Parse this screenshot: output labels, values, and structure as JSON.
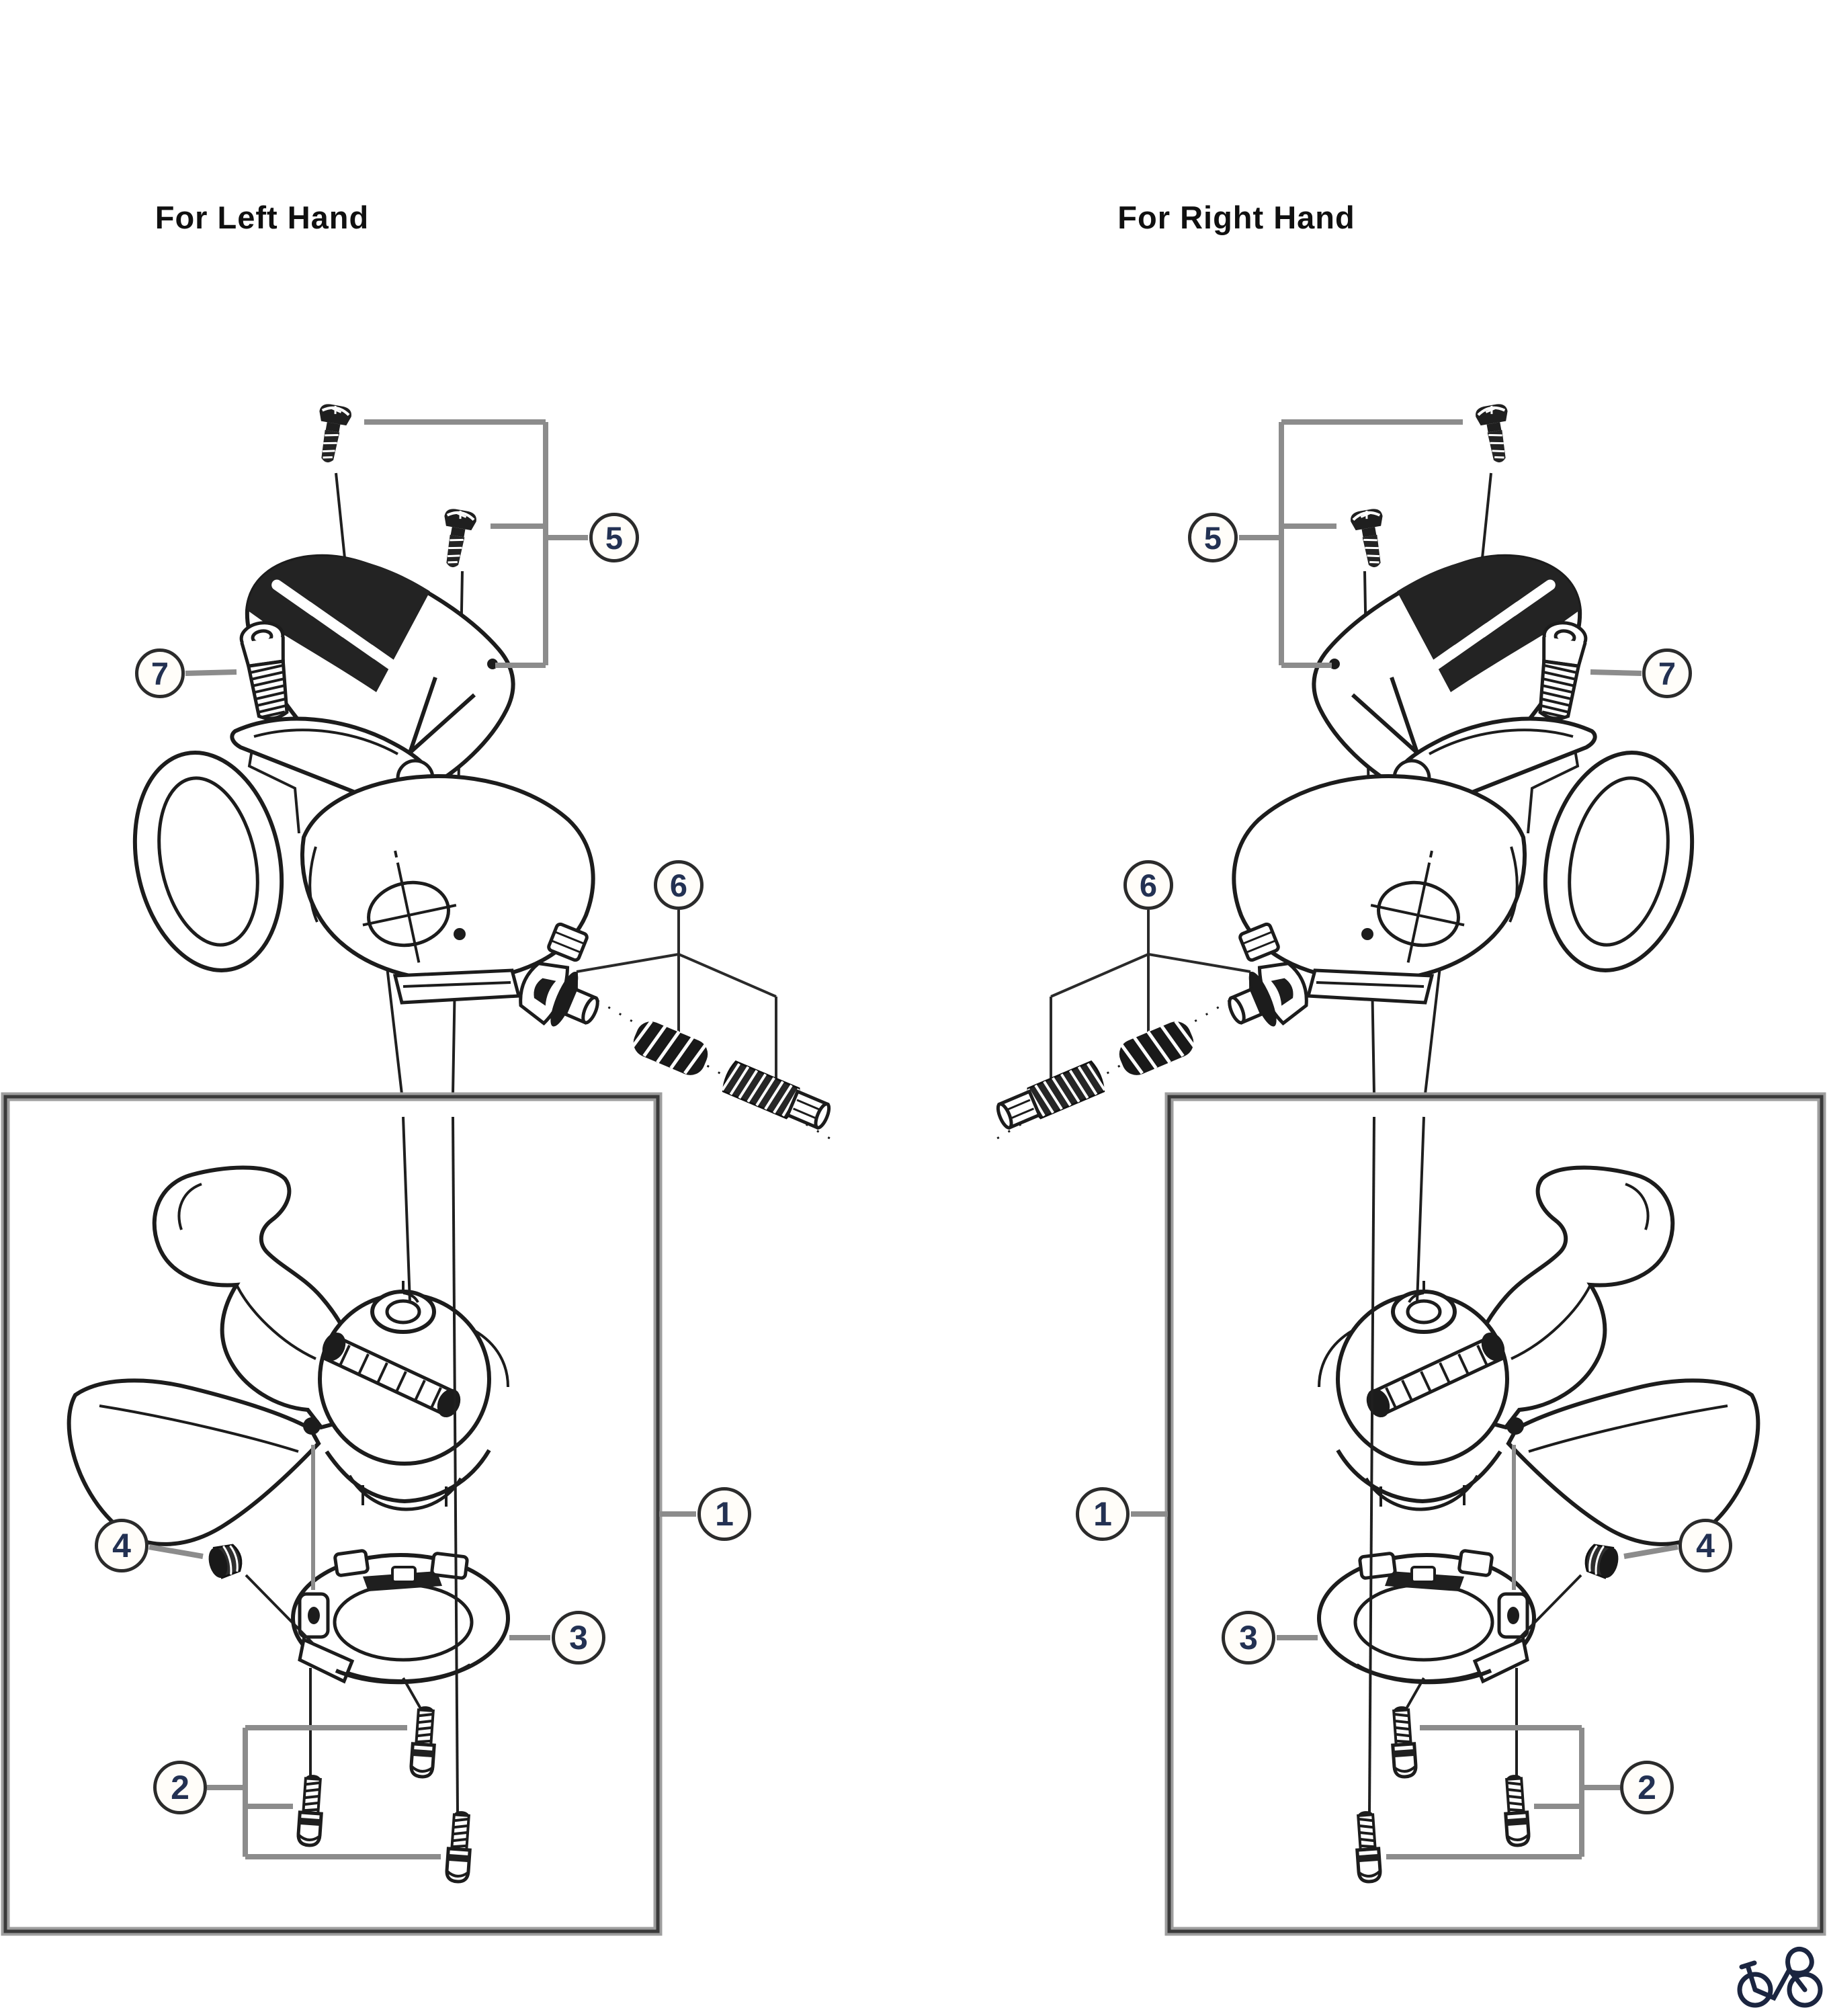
{
  "page": {
    "background_color": "#ffffff"
  },
  "diagrams": [
    {
      "side": "left",
      "title": "For Left Hand",
      "callouts": [
        {
          "n": "5"
        },
        {
          "n": "7"
        },
        {
          "n": "6"
        },
        {
          "n": "1"
        },
        {
          "n": "4"
        },
        {
          "n": "3"
        },
        {
          "n": "2"
        }
      ]
    },
    {
      "side": "right",
      "title": "For Right Hand",
      "callouts": [
        {
          "n": "5"
        },
        {
          "n": "7"
        },
        {
          "n": "6"
        },
        {
          "n": "1"
        },
        {
          "n": "4"
        },
        {
          "n": "3"
        },
        {
          "n": "2"
        }
      ]
    }
  ],
  "colors": {
    "line": "#1c1c1c",
    "leader": "#8c8c8c",
    "box_border": "#3a3a3a",
    "box_halo": "#9e9e9e",
    "callout_border": "#2b2b2b",
    "callout_number": "#233152",
    "logo": "#1b2540"
  },
  "icons": [
    {
      "name": "bicycle-logo-icon",
      "meaning": "bicycle brand logo"
    }
  ]
}
